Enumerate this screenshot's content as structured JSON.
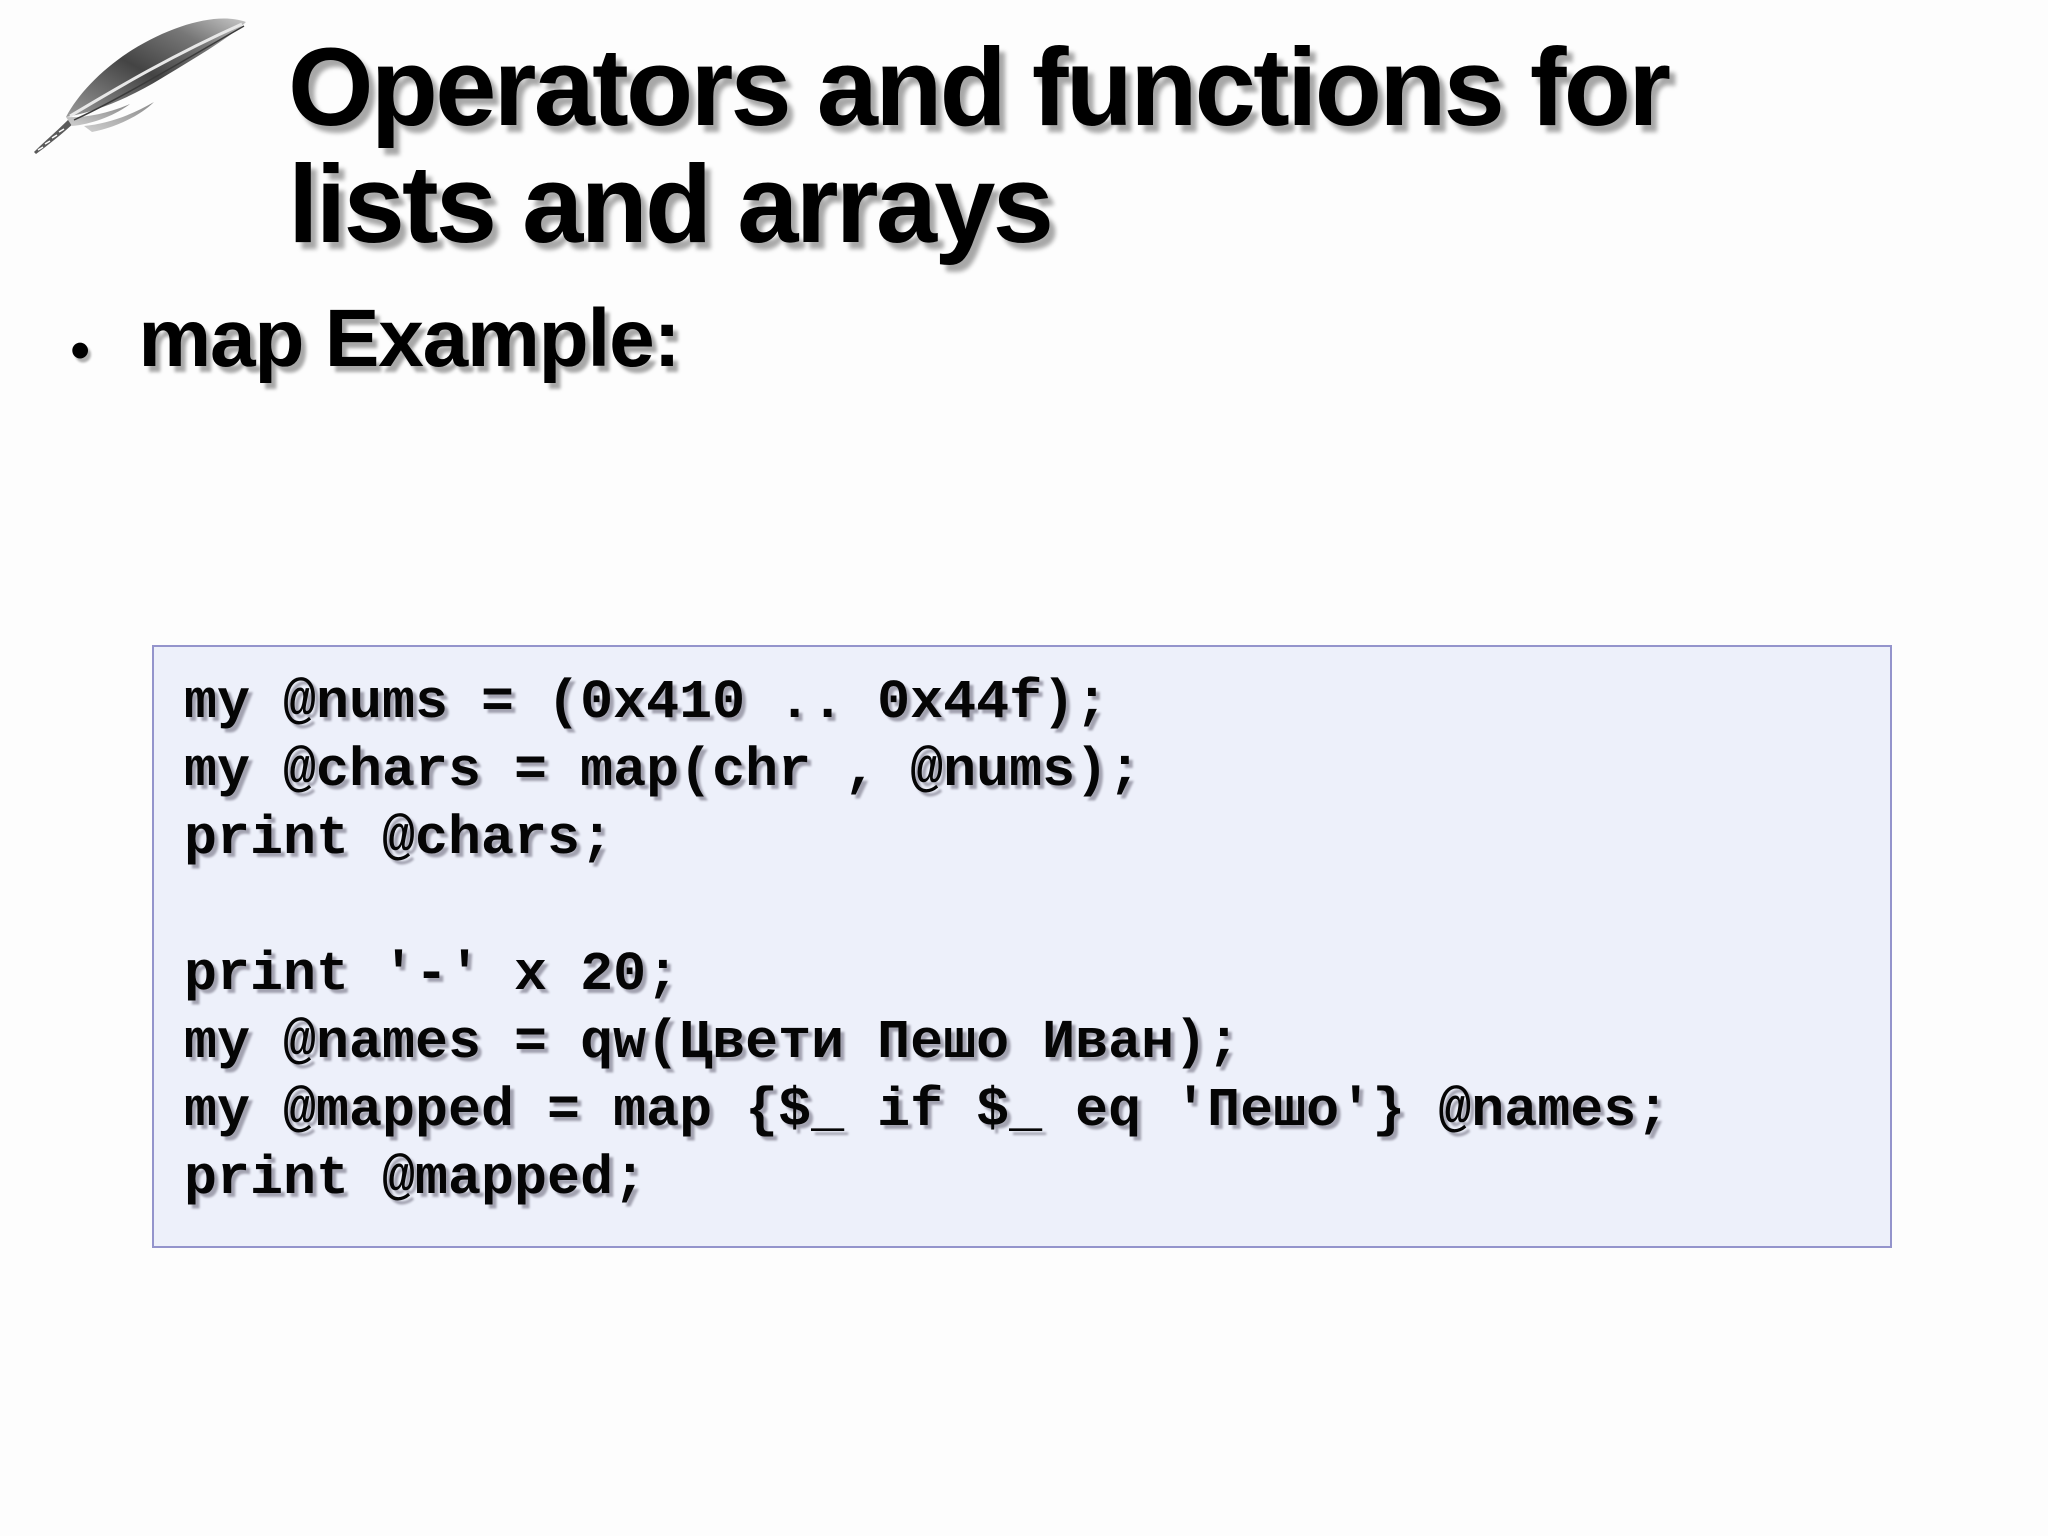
{
  "page": {
    "background_color": "#fdfdfd",
    "text_color": "#000000",
    "shadow_color": "#a8a8a8"
  },
  "icons": {
    "feather": "feather-quill-icon"
  },
  "title": {
    "line1": "Operators and functions for",
    "line2": "lists and arrays"
  },
  "bullet": {
    "marker": "•",
    "text": "map Example:"
  },
  "code": {
    "box_background": "#edf0fa",
    "box_border": "#9494cc",
    "lines": [
      "my @nums = (0x410 .. 0x44f);",
      "my @chars = map(chr , @nums);",
      "print @chars;",
      "",
      "print '-' x 20;",
      "my @names = qw(Цвети Пешо Иван);",
      "my @mapped = map {$_ if $_ eq 'Пешо'} @names;",
      "print @mapped;"
    ]
  }
}
